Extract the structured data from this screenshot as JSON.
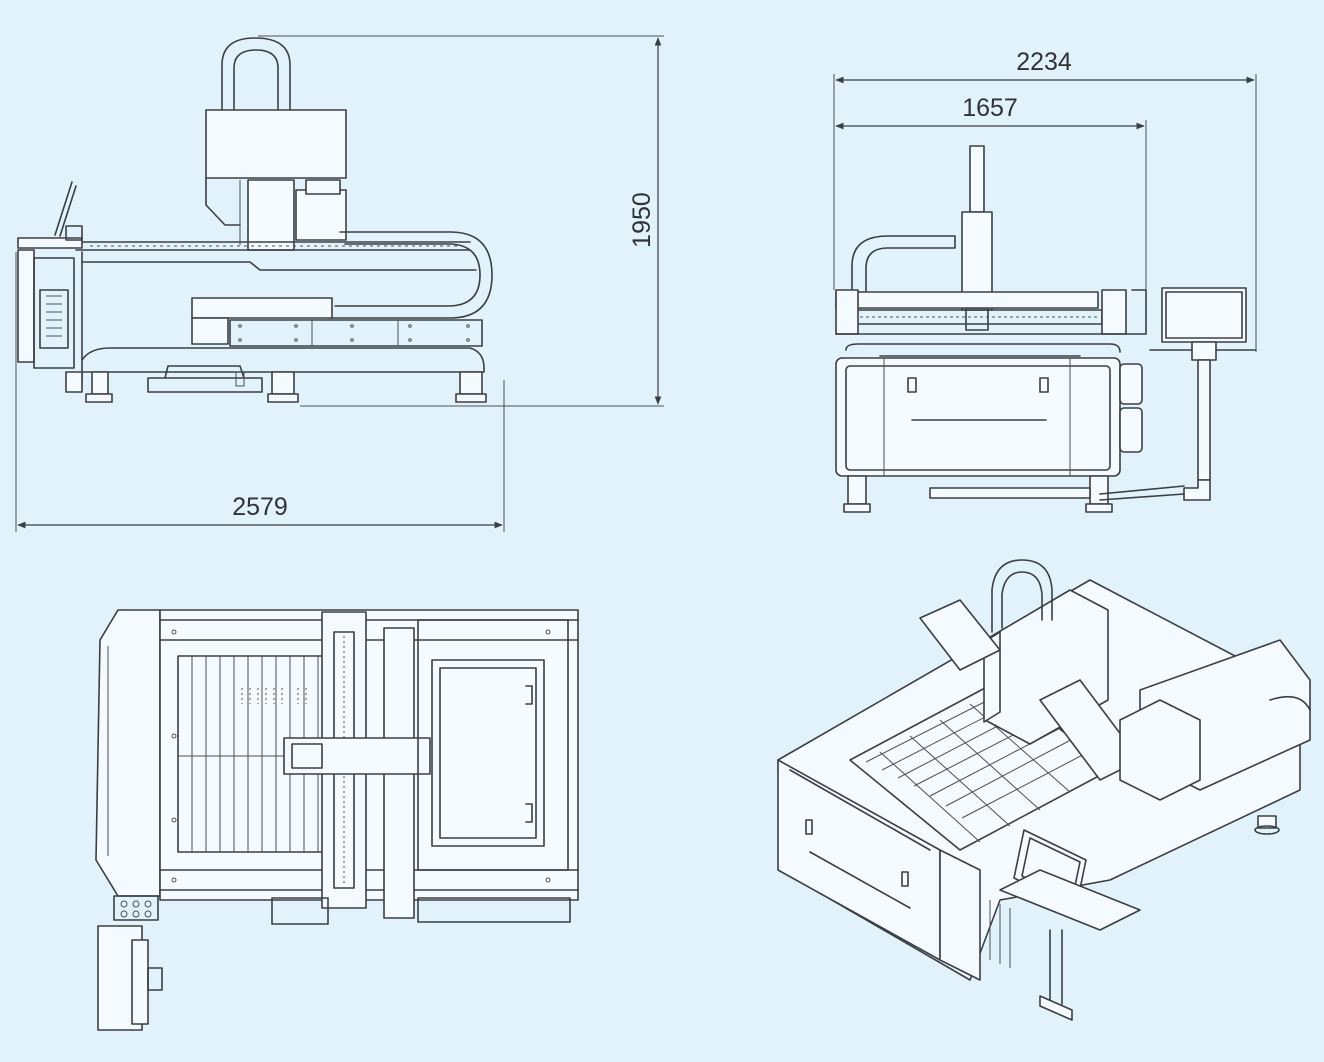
{
  "drawing": {
    "side_view": {
      "dim_length": "2579",
      "dim_height": "1950"
    },
    "front_view": {
      "dim_overall_width": "2234",
      "dim_frame_width": "1657"
    },
    "top_view": {},
    "iso_view": {}
  },
  "colors": {
    "background": "#e2f2fb",
    "line": "#3a3f45"
  }
}
